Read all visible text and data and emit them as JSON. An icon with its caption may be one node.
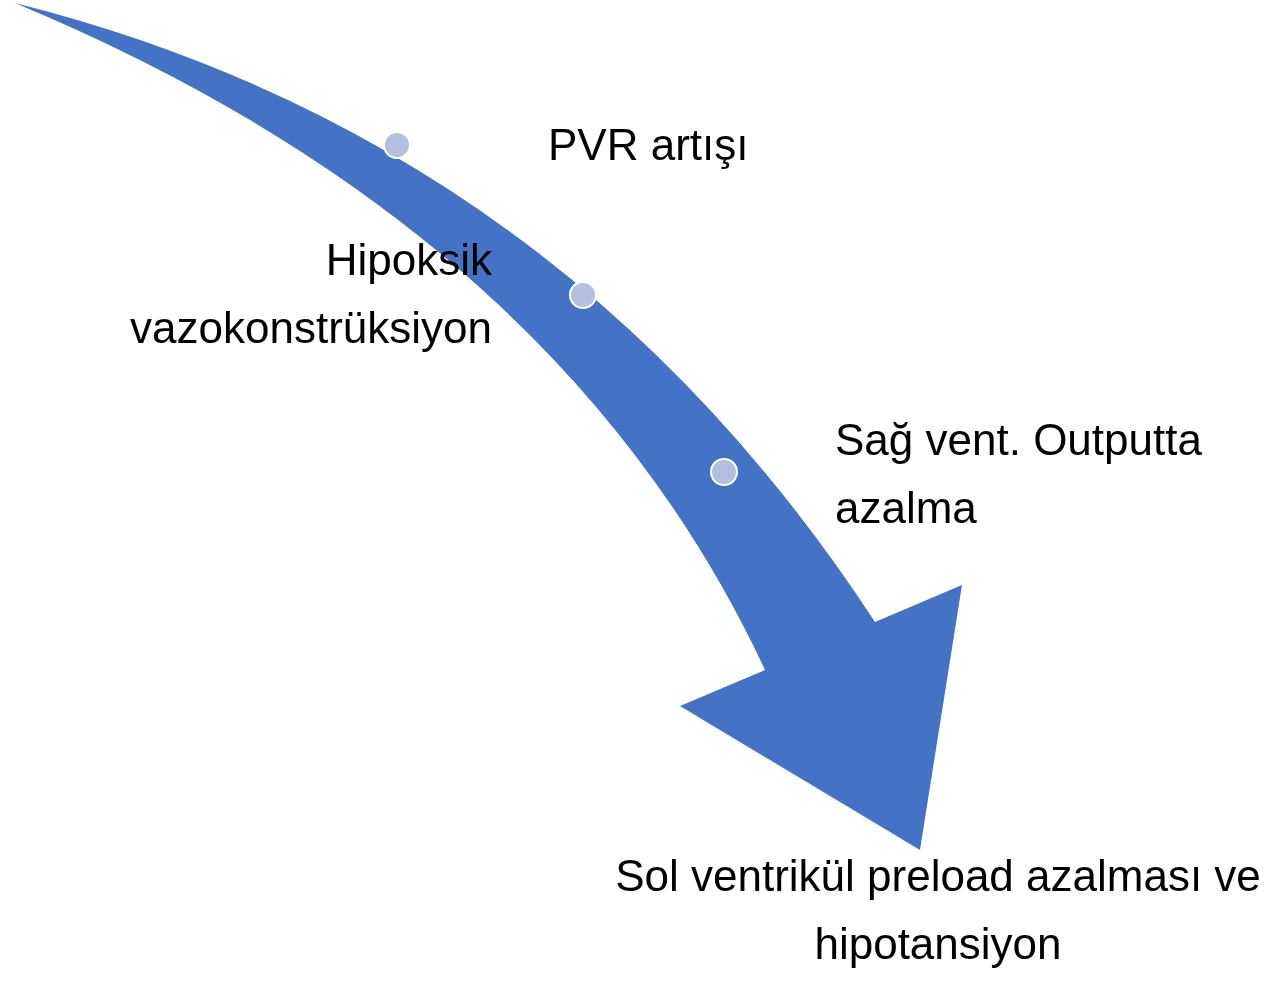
{
  "diagram": {
    "nodes": [
      {
        "text": [],
        "shape": "circle",
        "beside": [
          "PVR artışı"
        ]
      },
      {
        "text": [],
        "shape": "circle",
        "beside": [
          "Hipoksik vazokonstrüksiyon"
        ]
      },
      {
        "text": [],
        "shape": "circle",
        "beside": [
          "Sağ vent. Outputta azalma"
        ]
      }
    ],
    "labels": [
      "Sol ventrikül preload azalması ve hipotansiyon"
    ]
  }
}
